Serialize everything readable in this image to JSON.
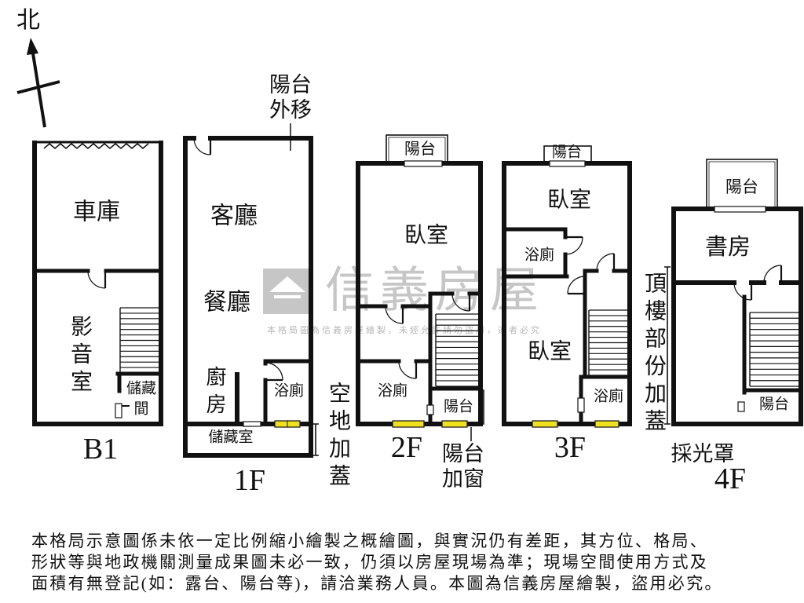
{
  "compass": {
    "north_label": "北"
  },
  "annotations": {
    "balcony_moved_out": [
      "陽台",
      "外移"
    ],
    "vacant_land_addition": "空地加蓋",
    "balcony_window_added": [
      "陽台",
      "加窗"
    ],
    "rooftop_partial_addition": "頂樓部份加蓋",
    "skylight_cover": "採光罩"
  },
  "floors": {
    "b1": {
      "label": "B1",
      "garage": "車庫",
      "theater": "影音室",
      "storage": [
        "儲藏",
        "間"
      ]
    },
    "f1": {
      "label": "1F",
      "living_room": "客廳",
      "dining_room": "餐廳",
      "kitchen": "廚房",
      "bathroom": "浴廁",
      "storage_room": "儲藏室"
    },
    "f2": {
      "label": "2F",
      "balcony_top": "陽台",
      "bedroom": "臥室",
      "bathroom": "浴廁",
      "balcony_bottom": "陽台"
    },
    "f3": {
      "label": "3F",
      "balcony_top": "陽台",
      "bedroom_upper": "臥室",
      "bathroom_upper": "浴廁",
      "bedroom_lower": "臥室",
      "bathroom_lower": "浴廁"
    },
    "f4": {
      "label": "4F",
      "balcony_top": "陽台",
      "study": "書房",
      "balcony_bottom": "陽台"
    }
  },
  "watermark": {
    "brand": "信義房屋",
    "notice": "本格局圖為信義房屋繪製，未經允許請勿盜用，違者必究"
  },
  "disclaimer": [
    "本格局示意圖係未依一定比例縮小繪製之概繪圖，與實況仍有差距，其方位、格局、",
    "形狀等與地政機關測量成果圖未必一致，仍須以房屋現場為準；現場空間使用方式及",
    "面積有無登記(如：露台、陽台等)，請洽業務人員。本圖為信義房屋繪製，盜用必究。"
  ],
  "colors": {
    "wall": "#111111",
    "window": "#f0e11e",
    "watermark": "#c6c6c6",
    "background": "#ffffff"
  },
  "icons": {
    "compass": "north-arrow-icon",
    "brand_logo": "house-logo-icon"
  }
}
